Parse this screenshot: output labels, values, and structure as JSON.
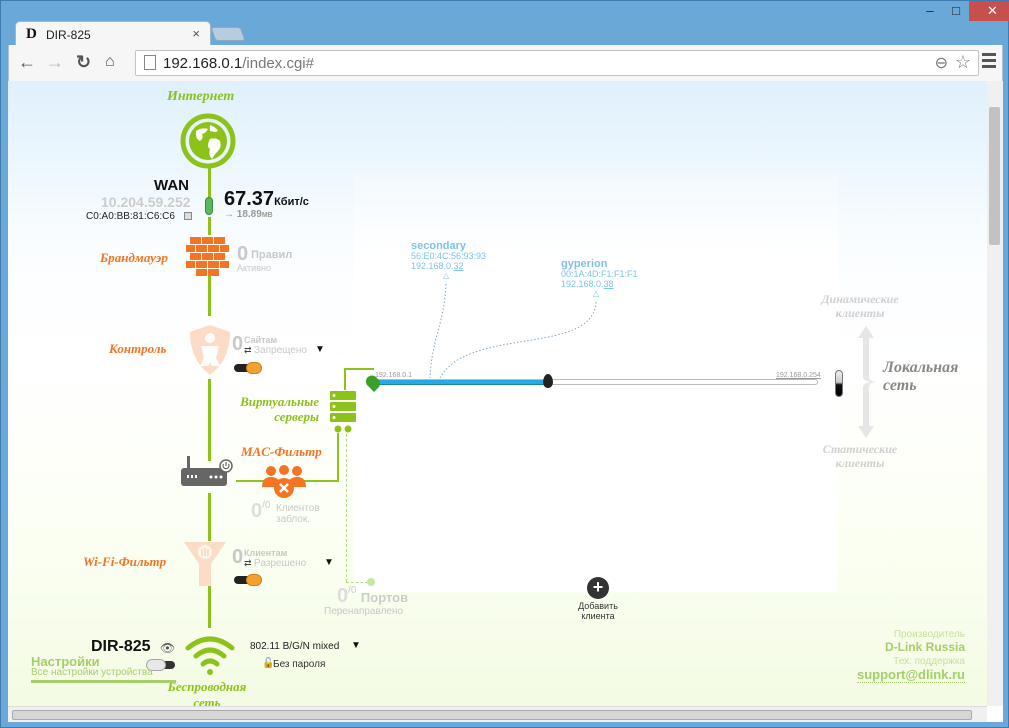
{
  "browser": {
    "tab_title": "DIR-825",
    "tab_logo": "D",
    "tab_close": "×",
    "url_host": "192.168.0.1",
    "url_path": "/index.cgi#",
    "window_controls": {
      "minimize": "–",
      "maximize": "□",
      "close": "✕"
    }
  },
  "internet": {
    "label": "Интернет"
  },
  "wan": {
    "label": "WAN",
    "ip": "10.204.59.252",
    "mac": "C0:A0:BB:81:C6:C6",
    "speed_value": "67.37",
    "speed_unit": "Кбит/с",
    "traffic_arrow": "→",
    "traffic_value": "18.89",
    "traffic_unit": "МВ"
  },
  "firewall": {
    "label": "Брандмауэр",
    "count": "0",
    "unit": "Правил",
    "status": "Активно"
  },
  "control": {
    "label": "Контроль",
    "count": "0",
    "unit": "Сайтам",
    "status": "Запрещено",
    "swap": "⇄",
    "dropdown": "▼",
    "enabled": true
  },
  "virtual_servers": {
    "label_line1": "Виртуальные",
    "label_line2": "серверы"
  },
  "mac_filter": {
    "label": "MAC-Фильтр",
    "count": "0",
    "total": "/0",
    "unit": "Клиентов",
    "status": "заблок."
  },
  "wifi_filter": {
    "label": "Wi-Fi-Фильтр",
    "count": "0",
    "unit": "Клиентам",
    "status": "Разрешено",
    "swap": "⇄",
    "dropdown": "▼",
    "enabled": true
  },
  "ports": {
    "count": "0",
    "total": "/0",
    "unit": "Портов",
    "status": "Перенаправлено"
  },
  "wireless": {
    "ssid": "DIR-825",
    "mode": "802.11 B/G/N mixed",
    "dropdown": "▼",
    "security": "Без пароля",
    "label_line1": "Беспроводная",
    "label_line2": "сеть",
    "enabled": false
  },
  "settings": {
    "title": "Настройки",
    "subtitle": "Все настройки устройства"
  },
  "lan": {
    "start_ip": "192.168.0.1",
    "end_ip": "192.168.0.254",
    "label_line1": "Локальная",
    "label_line2": "сеть",
    "dynamic_line1": "Динамические",
    "dynamic_line2": "клиенты",
    "static_line1": "Статические",
    "static_line2": "клиенты",
    "clients": [
      {
        "name": "secondary",
        "mac": "56:E0:4C:56:93:93",
        "ip_prefix": "192.168.0.",
        "ip_suffix": "32"
      },
      {
        "name": "gyperion",
        "mac": "00:1A:4D:F1:F1:F1",
        "ip_prefix": "192.168.0.",
        "ip_suffix": "38"
      }
    ]
  },
  "add_client": {
    "icon": "+",
    "line1": "Добавить",
    "line2": "клиента"
  },
  "footer": {
    "vendor_label": "Производитель",
    "vendor": "D-Link Russia",
    "support_label": "Тех. поддержка",
    "support_email": "support@dlink.ru"
  },
  "colors": {
    "green": "#8cc21a",
    "orange": "#f47421",
    "blue": "#29a9e1"
  }
}
